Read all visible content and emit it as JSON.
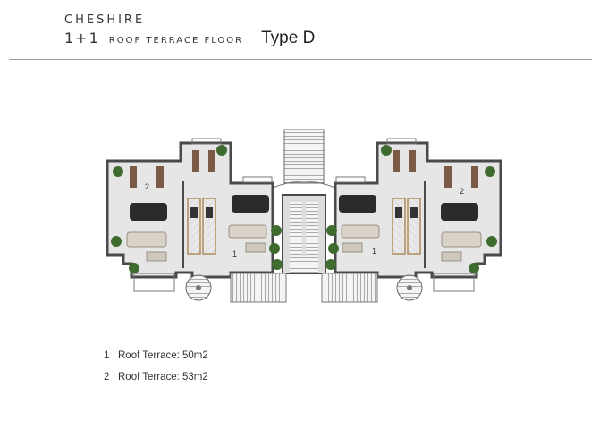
{
  "header": {
    "project_name": "CHESHIRE",
    "unit_type": "1+1",
    "floor_name": "ROOF TERRACE FLOOR",
    "type_label": "Type D"
  },
  "plan": {
    "area_labels": [
      "2",
      "1",
      "1",
      "2"
    ]
  },
  "legend": {
    "items": [
      {
        "num": "1",
        "text": "Roof Terrace: 50m2"
      },
      {
        "num": "2",
        "text": "Roof Terrace: 53m2"
      }
    ]
  },
  "colors": {
    "wall": "#5a5a5a",
    "floor": "#e4e4e4",
    "terrace": "#ebebeb",
    "furniture_dark": "#2b2b2b",
    "sofa": "#d9d2c8",
    "lounger": "#7a5a44",
    "plant": "#3f6b2f",
    "kitchen_wood": "#c9a77a"
  }
}
